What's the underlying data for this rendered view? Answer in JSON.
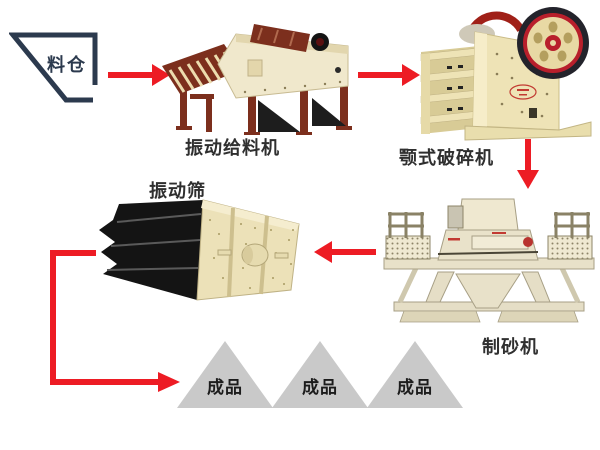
{
  "diagram": {
    "hopper": {
      "label": "料仓"
    },
    "feeder": {
      "label": "振动给料机"
    },
    "jaw_crusher": {
      "label": "颚式破碎机"
    },
    "vibrating_screen": {
      "label": "振动筛"
    },
    "sand_maker": {
      "label": "制砂机"
    },
    "products": [
      "成品",
      "成品",
      "成品"
    ]
  },
  "colors": {
    "arrow_red": "#ed1c24",
    "hopper_outline": "#2c3a4e",
    "machine_cream": "#eee3b6",
    "machine_maroon": "#7c2f1d",
    "screen_deck_black": "#141414",
    "product_triangle_gray": "#c9c9c9",
    "label_text": "#2f2f2f"
  }
}
